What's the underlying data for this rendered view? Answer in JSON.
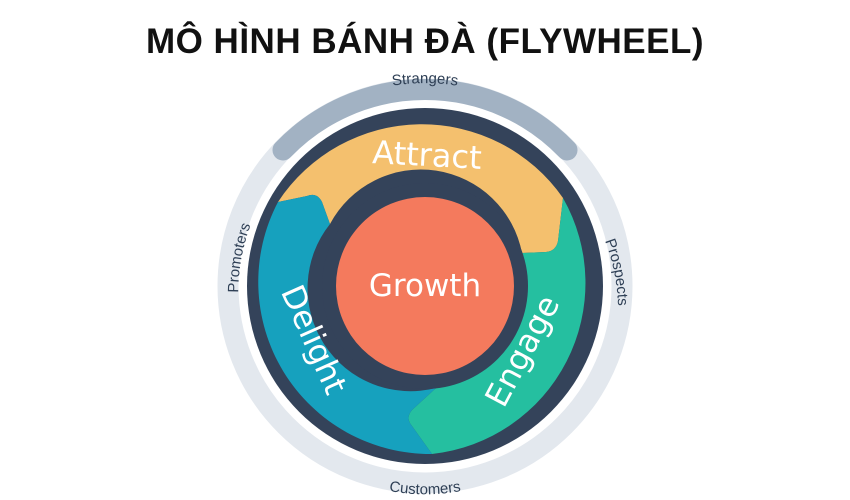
{
  "title": "MÔ HÌNH BÁNH ĐÀ (FLYWHEEL)",
  "flywheel": {
    "center": {
      "label": "Growth",
      "color": "#f47a5d"
    },
    "segments": [
      {
        "label": "Attract",
        "color": "#f4c06e"
      },
      {
        "label": "Engage",
        "color": "#25bfa0"
      },
      {
        "label": "Delight",
        "color": "#16a1be"
      }
    ],
    "outer_ring": [
      {
        "label": "Strangers"
      },
      {
        "label": "Prospects"
      },
      {
        "label": "Customers"
      },
      {
        "label": "Promoters"
      }
    ],
    "colors": {
      "dark_ring": "#34435a",
      "outer_ring_light": "#e3e8ee",
      "outer_ring_dark": "#a2b2c3"
    }
  }
}
